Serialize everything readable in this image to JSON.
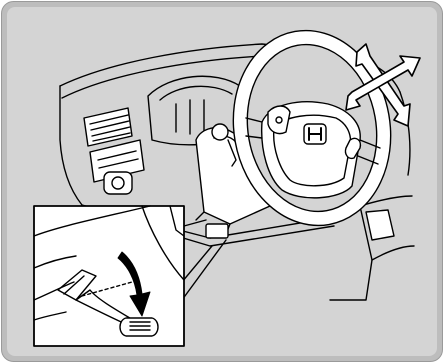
{
  "figure": {
    "icons": {
      "frame": "figure-frame",
      "dashboard": "dashboard-line-art",
      "steering_wheel": "steering-wheel-icon",
      "brand_emblem": "brand-emblem-icon",
      "adjust_arrows": "four-way-adjust-arrows-icon",
      "inset": "tilt-lever-detail-inset",
      "lever": "tilt-telescopic-lever-icon",
      "down_arrow": "pull-down-arrow-icon"
    },
    "colors": {
      "background": "#d4d4d4",
      "frame": "#bdbdbd",
      "line": "#000000",
      "fill": "#ffffff"
    }
  }
}
